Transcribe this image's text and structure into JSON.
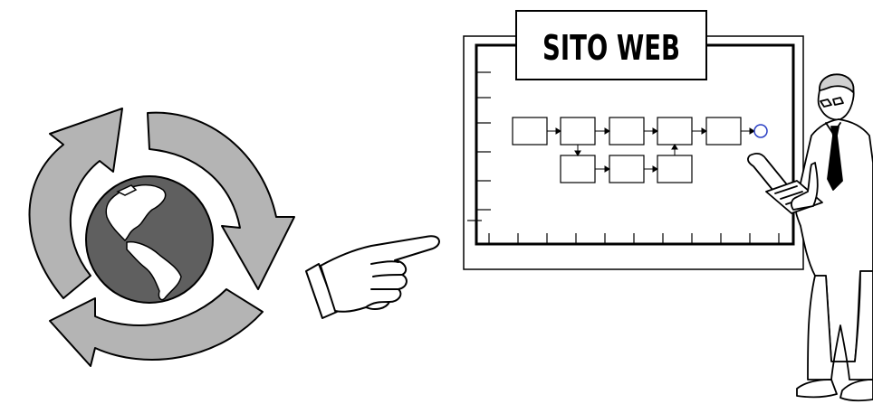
{
  "board": {
    "title": "SITO WEB"
  },
  "flowchart": {
    "top_row_boxes": 5,
    "bottom_row_boxes": 3,
    "end_marker": "circle"
  },
  "icons": [
    "recycle-arrows-icon",
    "globe-icon",
    "pointing-hand-icon",
    "whiteboard-icon",
    "businessman-with-laptop-icon"
  ],
  "colors": {
    "arrow_fill": "#b4b4b4",
    "globe_ocean": "#5f5f5f",
    "land": "#ffffff",
    "line": "#000000",
    "end_circle": "#2a3fc4"
  }
}
